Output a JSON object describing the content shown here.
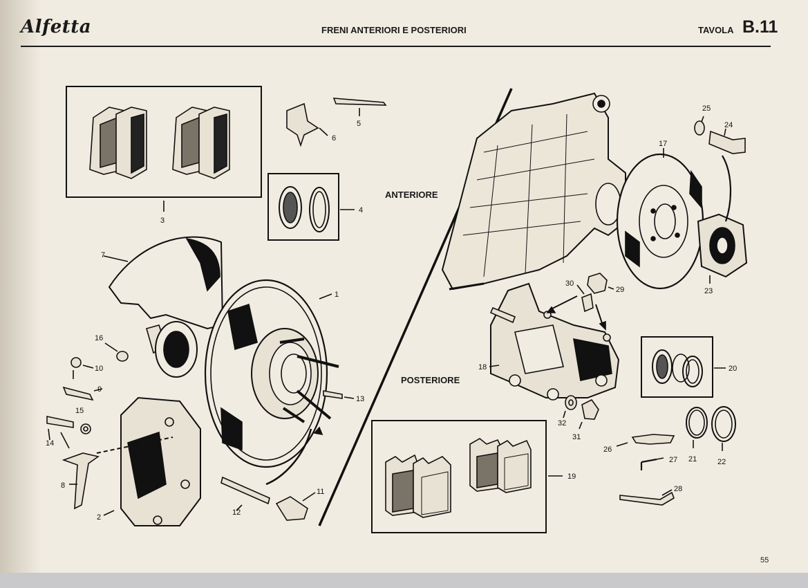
{
  "header": {
    "logo": "Alfetta",
    "title": "FRENI ANTERIORI E POSTERIORI",
    "tavola_label": "TAVOLA",
    "tavola_number": "B.11"
  },
  "sections": {
    "front": "ANTERIORE",
    "rear": "POSTERIORE"
  },
  "callouts": [
    "1",
    "2",
    "3",
    "4",
    "5",
    "6",
    "7",
    "8",
    "9",
    "10",
    "11",
    "12",
    "13",
    "14",
    "15",
    "16",
    "17",
    "18",
    "19",
    "20",
    "21",
    "22",
    "23",
    "24",
    "25",
    "26",
    "27",
    "28",
    "29",
    "30",
    "31",
    "32"
  ],
  "page_number": "55"
}
